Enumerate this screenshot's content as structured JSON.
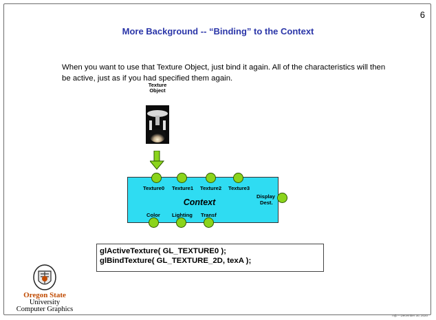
{
  "slide": {
    "page_number": "6",
    "title": "More Background -- “Binding” to the Context",
    "body_text": "When you want to use that Texture Object, just bind it again.  All of the characteristics will then be active, just as if you had specified them again.",
    "texture_object_label_line1": "Texture",
    "texture_object_label_line2": "Object",
    "context": {
      "title": "Context",
      "texture_units": [
        "Texture0",
        "Texture1",
        "Texture2",
        "Texture3"
      ],
      "display_label_line1": "Display",
      "display_label_line2": "Dest.",
      "bottom_labels": [
        "Color",
        "Lighting",
        "Transf"
      ],
      "box_color": "#2fdcf2",
      "knob_color": "#8bd41c"
    },
    "code_lines": [
      "glActiveTexture( GL_TEXTURE0 );",
      "glBindTexture( GL_TEXTURE_2D, texA );"
    ],
    "branding": {
      "name": "Oregon State",
      "line2": "University",
      "line3": "Computer Graphics",
      "accent": "#c04a00"
    },
    "footer": "mjb – December 30, 2020",
    "title_color": "#2a35a8",
    "arrow_color": "#8bd41c"
  }
}
